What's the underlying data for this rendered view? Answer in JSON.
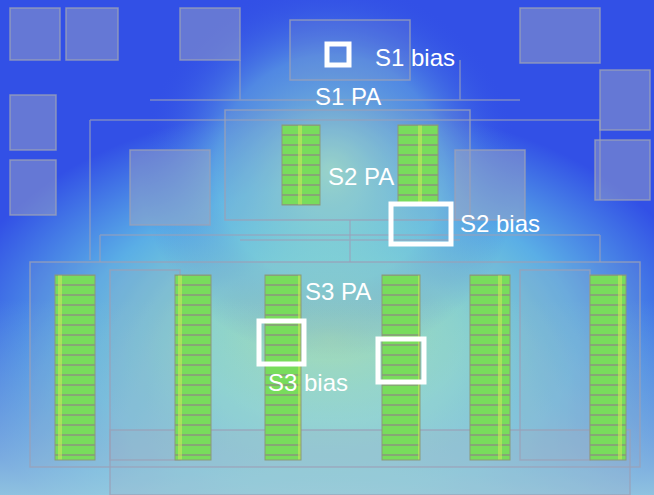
{
  "diagram": {
    "labels": [
      "S1 bias",
      "S1 PA",
      "S2 PA",
      "S2 bias",
      "S3 PA",
      "S3 bias"
    ]
  }
}
